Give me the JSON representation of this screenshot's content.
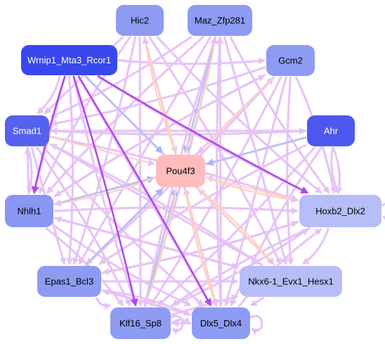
{
  "diagram": {
    "center_node": "pou4f3",
    "nodes": [
      {
        "id": "hic2",
        "label": "Hic2",
        "color": "#8e9bf2",
        "text_color": "#000000"
      },
      {
        "id": "maz",
        "label": "Maz_Zfp281",
        "color": "#8e9bf2",
        "text_color": "#000000"
      },
      {
        "id": "wrnip1",
        "label": "Wrnip1_Mta3_Rcor1",
        "color": "#3848ee",
        "text_color": "#ffffff"
      },
      {
        "id": "gcm2",
        "label": "Gcm2",
        "color": "#8e9bf2",
        "text_color": "#000000"
      },
      {
        "id": "smad1",
        "label": "Smad1",
        "color": "#5562f0",
        "text_color": "#ffffff"
      },
      {
        "id": "ahr",
        "label": "Ahr",
        "color": "#4c58f0",
        "text_color": "#ffffff"
      },
      {
        "id": "pou4f3",
        "label": "Pou4f3",
        "color": "#ffbcbc",
        "text_color": "#000000"
      },
      {
        "id": "nhlh1",
        "label": "Nhlh1",
        "color": "#8a96f3",
        "text_color": "#000000"
      },
      {
        "id": "hoxb2",
        "label": "Hoxb2_Dlx2",
        "color": "#b7bdf6",
        "text_color": "#000000"
      },
      {
        "id": "epas1",
        "label": "Epas1_Bcl3",
        "color": "#8e9bf2",
        "text_color": "#000000"
      },
      {
        "id": "nkx6",
        "label": "Nkx6-1_Evx1_Hesx1",
        "color": "#b7bdf6",
        "text_color": "#000000"
      },
      {
        "id": "klf16",
        "label": "Klf16_Sp8",
        "color": "#8e9bf2",
        "text_color": "#000000"
      },
      {
        "id": "dlx5",
        "label": "Dlx5_Dlx4",
        "color": "#8e9bf2",
        "text_color": "#000000"
      }
    ],
    "edge_colors": {
      "light": "#e6c2f6",
      "strong": "#b447ea",
      "peach": "#fcd2c4",
      "blue": "#b7c2f2",
      "arrow_blue": "#aab6f2"
    }
  }
}
